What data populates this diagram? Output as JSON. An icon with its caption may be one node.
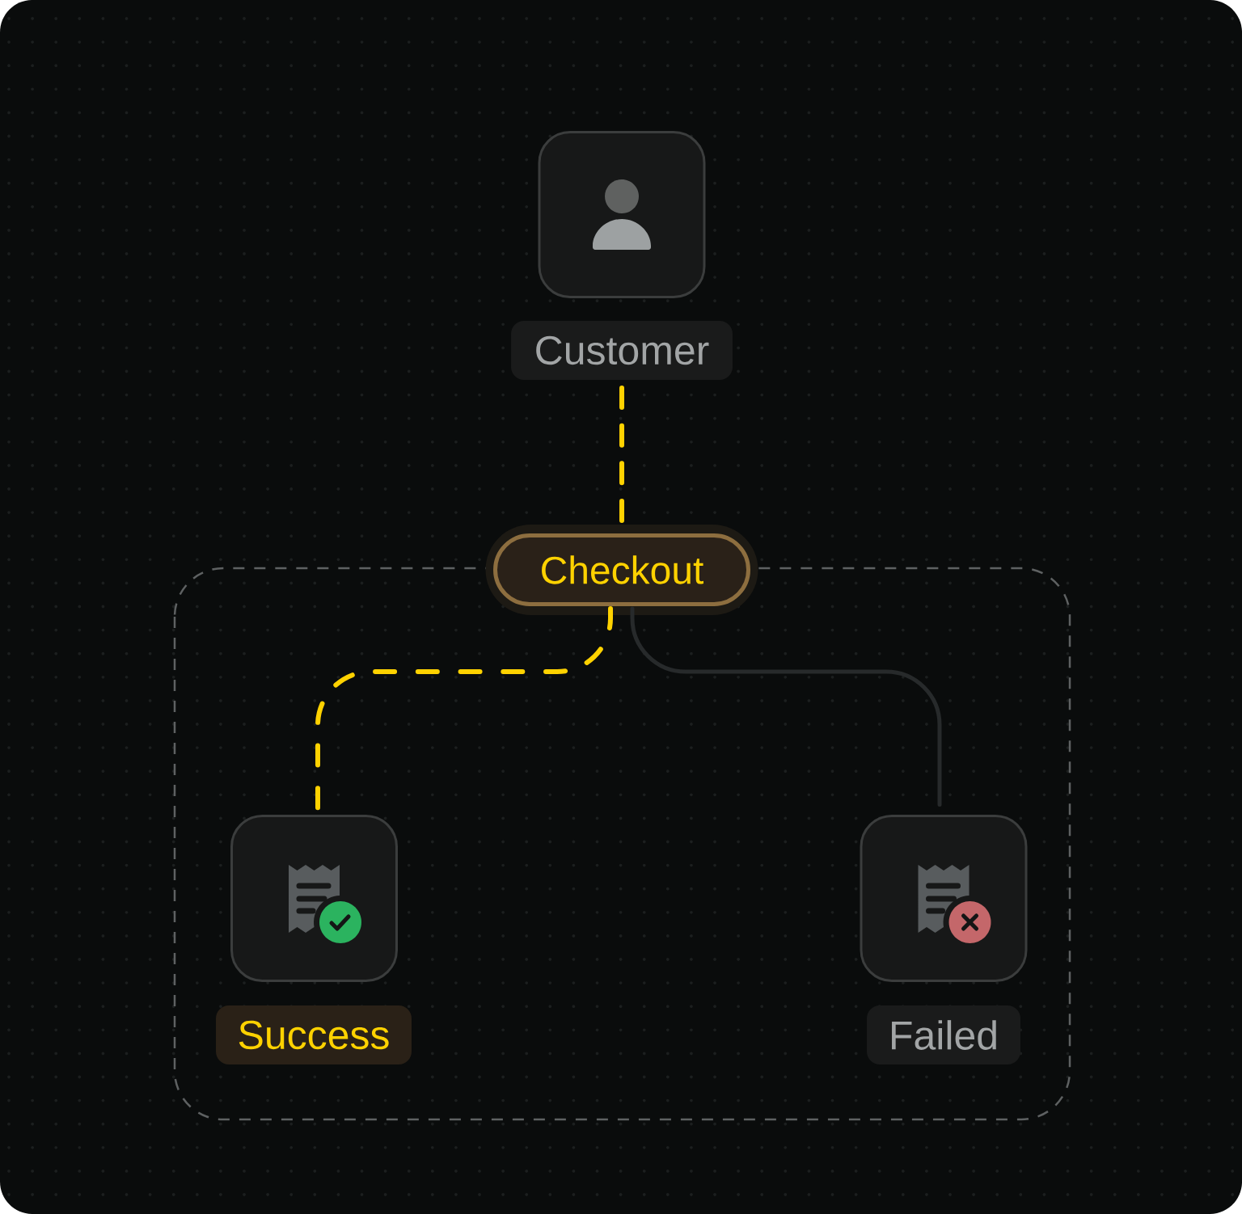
{
  "diagram": {
    "nodes": [
      {
        "text": [
          "Customer"
        ]
      },
      {
        "text": [
          "Checkout"
        ]
      },
      {
        "text": [
          "Success"
        ]
      },
      {
        "text": [
          "Failed"
        ]
      }
    ],
    "edges": [
      {
        "from": 0,
        "to": 1,
        "arrow": "none",
        "style": "dashed"
      },
      {
        "from": 1,
        "to": 2,
        "arrow": "none",
        "style": "dashed"
      },
      {
        "from": 1,
        "to": 3,
        "arrow": "none",
        "color": "#272a2b"
      }
    ]
  }
}
